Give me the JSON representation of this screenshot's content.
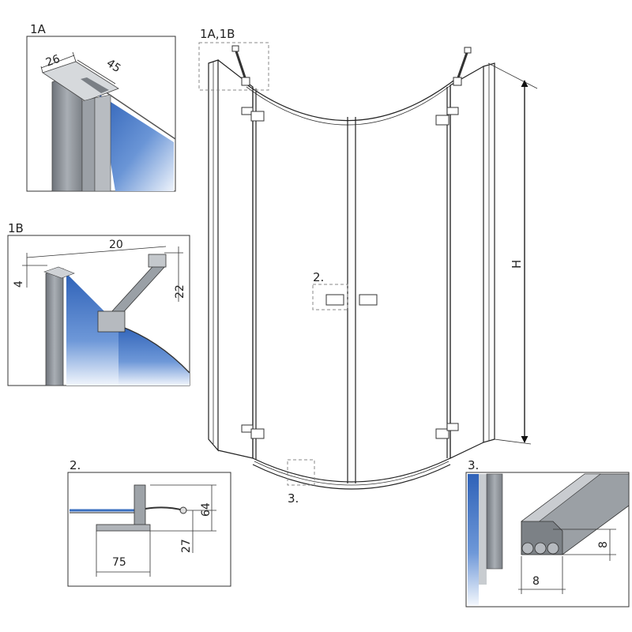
{
  "diagram": {
    "main_label_1": "1A,1B",
    "main_label_2": "2.",
    "main_label_3": "3.",
    "height_label": "H",
    "detail_1a": {
      "label": "1A",
      "dim_a": "26",
      "dim_b": "45"
    },
    "detail_1b": {
      "label": "1B",
      "dim_top": "20",
      "dim_left": "4",
      "dim_right": "22"
    },
    "detail_2": {
      "label": "2.",
      "dim_v1": "64",
      "dim_v2": "27",
      "dim_h": "75"
    },
    "detail_3": {
      "label": "3.",
      "dim_v": "8",
      "dim_h": "8"
    },
    "colors": {
      "glass_blue": "#3a6fc0",
      "profile_gray": "#8a8f96",
      "frame_dark": "#222222"
    }
  }
}
